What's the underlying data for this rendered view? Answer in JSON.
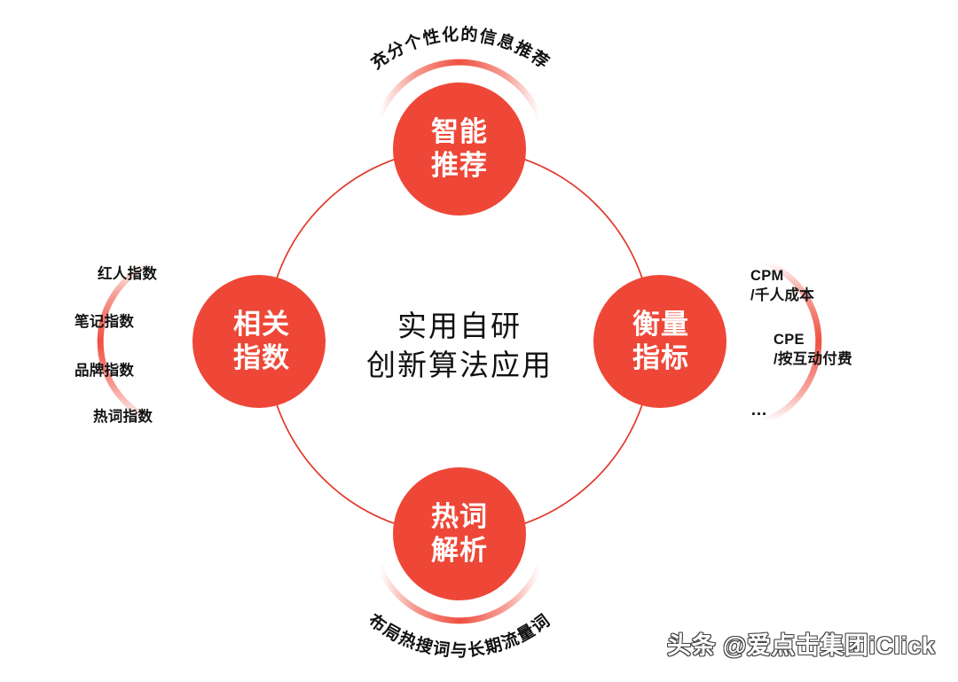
{
  "diagram": {
    "center_title": {
      "line1": "实用自研",
      "line2": "创新算法应用"
    },
    "accent_color": "#ee4737",
    "ring_color": "#e0392b",
    "nodes": {
      "top": {
        "name": "智能推荐",
        "line1": "智能",
        "line2": "推荐",
        "caption": "充分个性化的信息推荐"
      },
      "left": {
        "name": "相关指数",
        "line1": "相关",
        "line2": "指数"
      },
      "right": {
        "name": "衡量指标",
        "line1": "衡量",
        "line2": "指标"
      },
      "bottom": {
        "name": "热词解析",
        "line1": "热词",
        "line2": "解析",
        "caption": "布局热搜词与长期流量词"
      }
    },
    "left_labels": [
      "红人指数",
      "笔记指数",
      "品牌指数",
      "热词指数"
    ],
    "right_labels": [
      {
        "line1": "CPM",
        "line2": "/千人成本"
      },
      {
        "line1": "CPE",
        "line2": "/按互动付费"
      }
    ],
    "right_ellipsis": "…"
  },
  "watermark": {
    "text": "头条 @爱点击集团iClick"
  }
}
